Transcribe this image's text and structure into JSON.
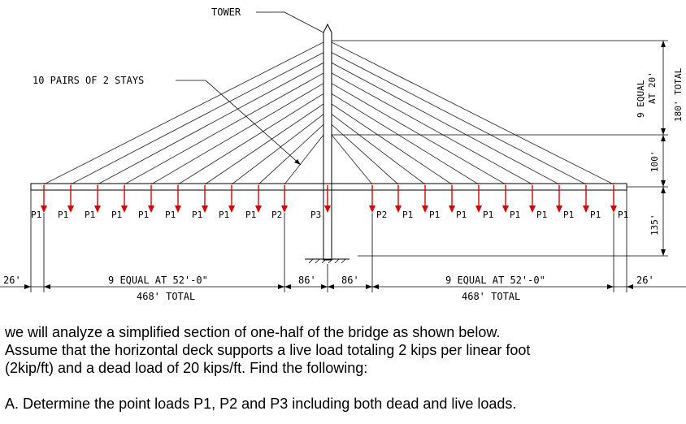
{
  "labels": {
    "tower": "TOWER",
    "stays": "10 PAIRS OF 2 STAYS",
    "vert_equal": "9 EQUAL",
    "vert_at": "AT 20'",
    "vert_total": "180' TOTAL",
    "dim_100": "100'",
    "dim_135": "135'",
    "dim_26": "26'",
    "dim_86": "86'",
    "span_equal": "9 EQUAL AT 52'-0\"",
    "span_total": "468' TOTAL"
  },
  "loads_left": [
    "P1",
    "P1",
    "P1",
    "P1",
    "P1",
    "P1",
    "P1",
    "P1",
    "P1",
    "P2"
  ],
  "load_center": "P3",
  "loads_right": [
    "P2",
    "P1",
    "P1",
    "P1",
    "P1",
    "P1",
    "P1",
    "P1",
    "P1",
    "P1"
  ],
  "question": {
    "line1": "we will analyze a simplified section of one-half of the bridge as shown below.",
    "line2": "Assume that the horizontal deck supports a live load totaling 2 kips per linear foot",
    "line3": "(2kip/ft) and a dead load of 20 kips/ft. Find the following:",
    "line4": "A. Determine the point loads P1, P2 and P3 including both dead and live loads."
  },
  "colors": {
    "load_arrow": "#e00000",
    "ink": "#000000"
  }
}
